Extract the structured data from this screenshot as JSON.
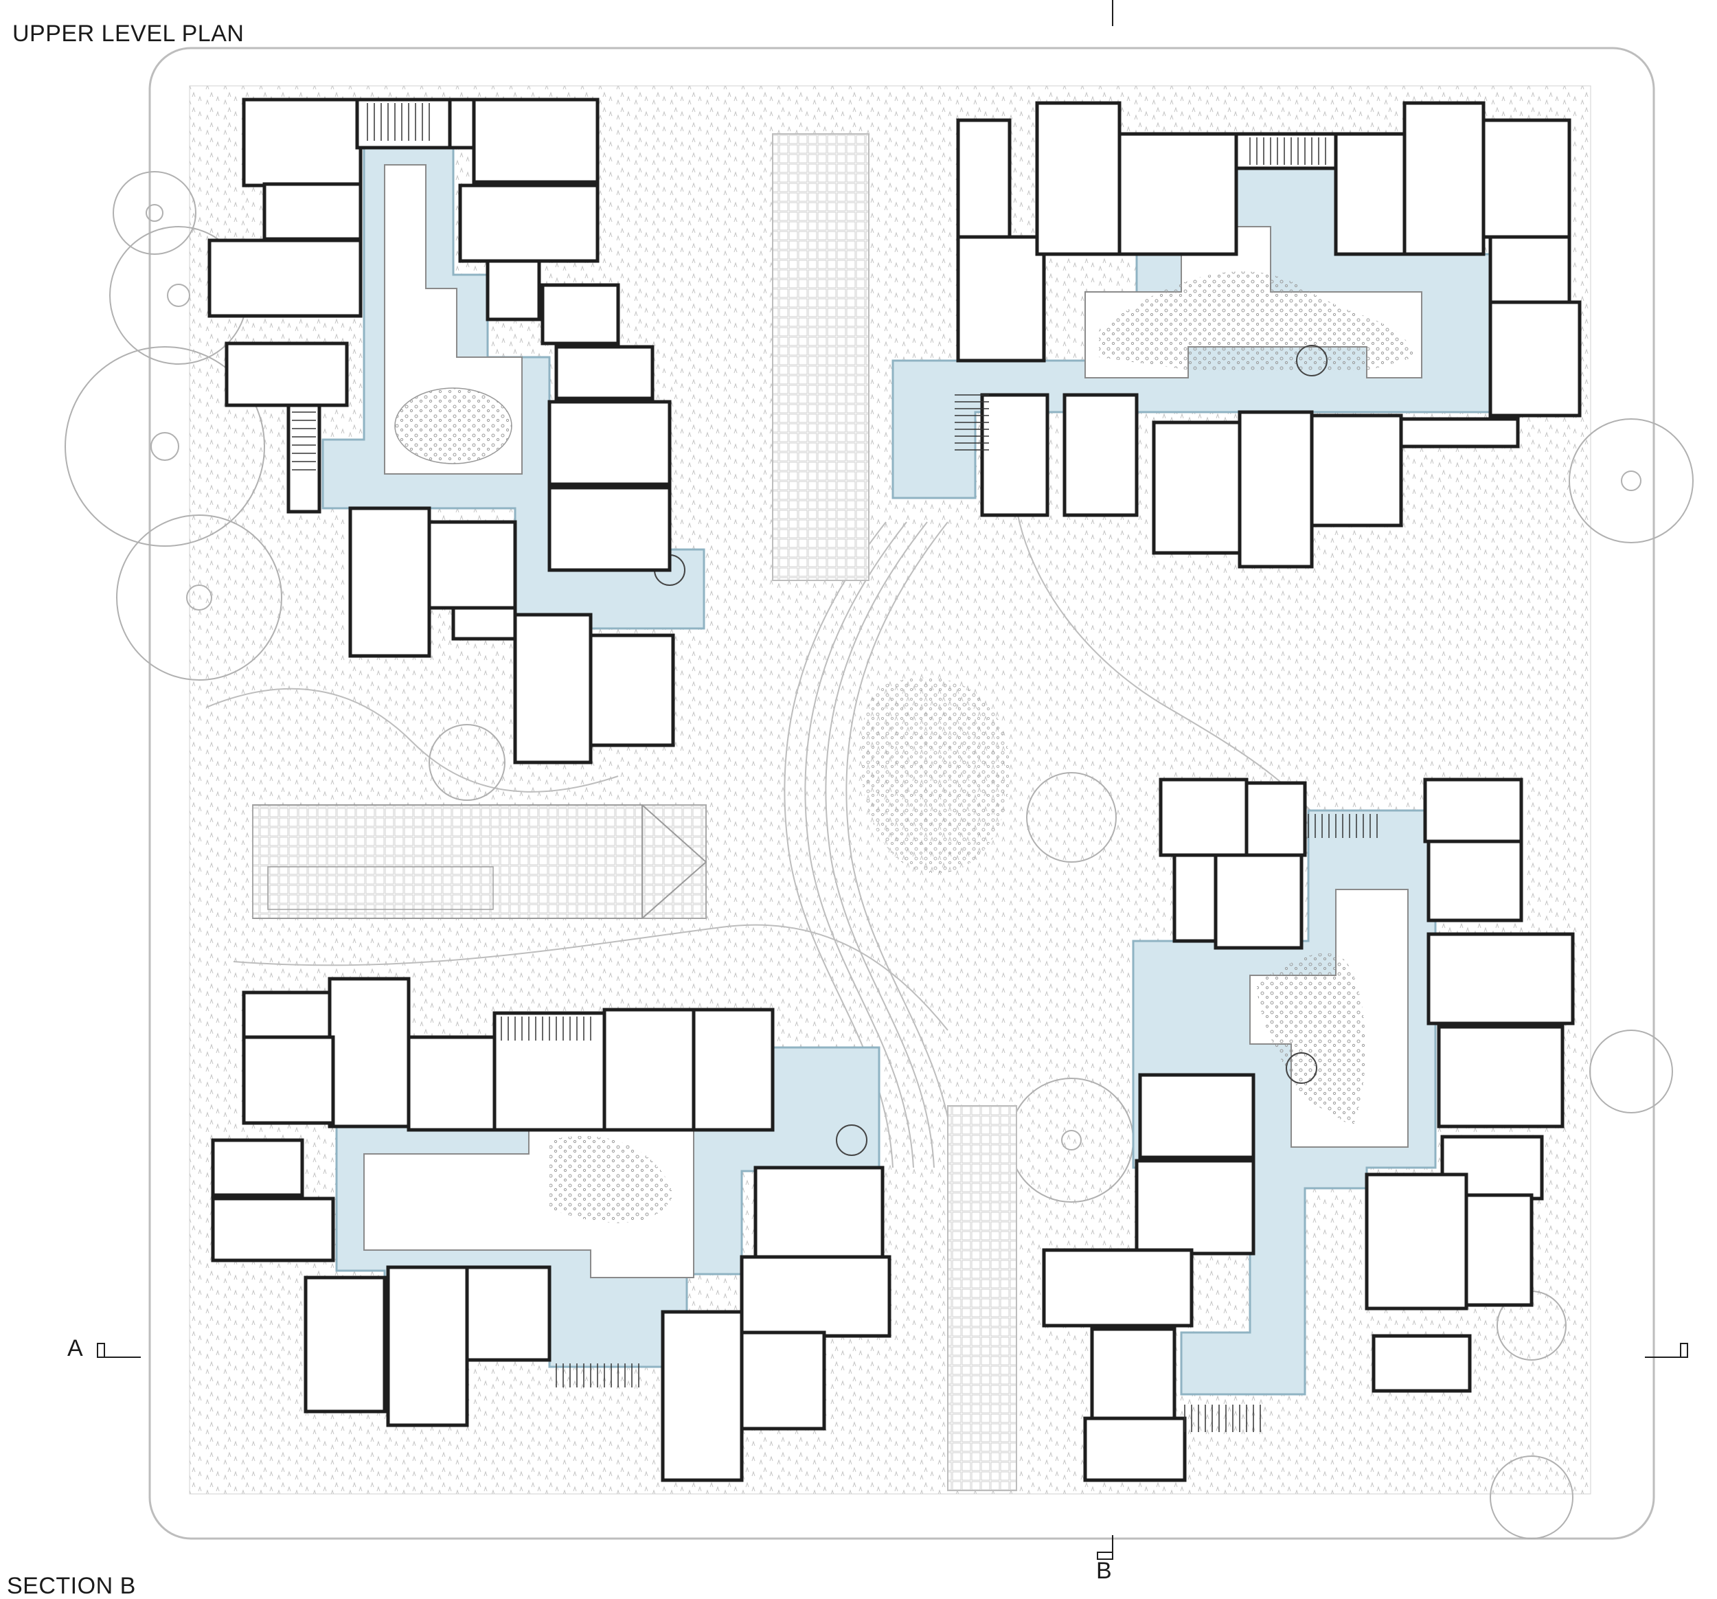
{
  "title": "UPPER LEVEL PLAN",
  "next_section_title": "SECTION B",
  "section_markers": {
    "a": "A",
    "b": "B"
  },
  "colors": {
    "corridor": "#d4e6ee",
    "corridor_edge": "#8fb3c3",
    "wall": "#1e1e1e",
    "site_line": "#b8b8b8",
    "vegetation": "#9a9a9a",
    "background": "#ffffff"
  },
  "clusters": [
    {
      "id": "northwest"
    },
    {
      "id": "northeast"
    },
    {
      "id": "southwest"
    },
    {
      "id": "southeast"
    }
  ]
}
